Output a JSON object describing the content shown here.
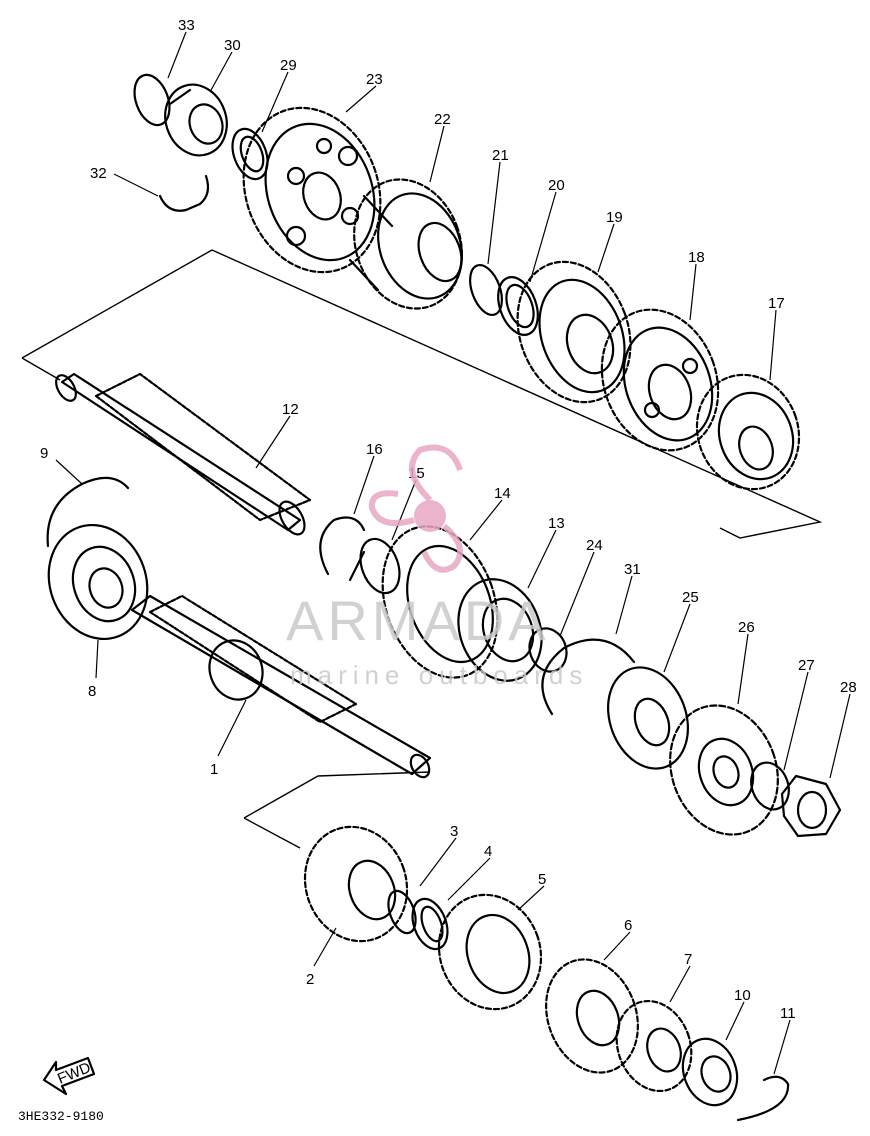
{
  "watermark": {
    "brand": "ARMADA",
    "tagline": "marine outboards",
    "accent_color": "#e8a6c4"
  },
  "figure_code": "3HE332-9180",
  "fwd_label": "FWD",
  "callouts": [
    "1",
    "2",
    "3",
    "4",
    "5",
    "6",
    "7",
    "8",
    "9",
    "10",
    "11",
    "12",
    "13",
    "14",
    "15",
    "16",
    "17",
    "18",
    "19",
    "20",
    "21",
    "22",
    "23",
    "24",
    "25",
    "26",
    "27",
    "28",
    "29",
    "30",
    "31",
    "32",
    "33"
  ],
  "colors": {
    "ink": "#000000",
    "paper": "#ffffff"
  }
}
